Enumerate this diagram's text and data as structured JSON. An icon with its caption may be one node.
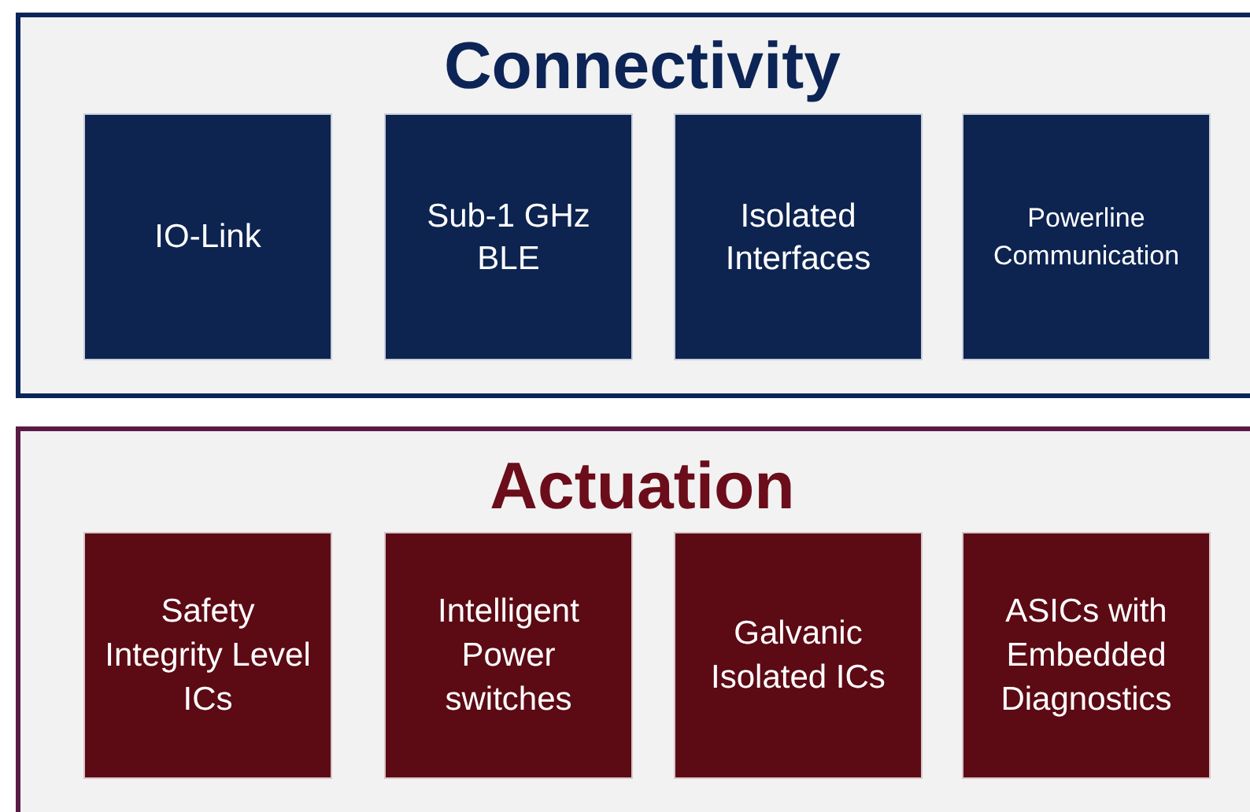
{
  "diagram": {
    "nodes": [
      {
        "text": [
          "Connectivity"
        ]
      },
      {
        "text": [
          "IO-Link"
        ],
        "in": 0
      },
      {
        "text": [
          "Sub-1 GHz BLE"
        ],
        "in": 0
      },
      {
        "text": [
          "Isolated Interfaces"
        ],
        "in": 0
      },
      {
        "text": [
          "Powerline Communication"
        ],
        "in": 0
      },
      {
        "text": [
          "Actuation"
        ]
      },
      {
        "text": [
          "Safety Integrity Level ICs"
        ],
        "in": 5
      },
      {
        "text": [
          "Intelligent Power switches"
        ],
        "in": 5
      },
      {
        "text": [
          "Galvanic Isolated ICs"
        ],
        "in": 5
      },
      {
        "text": [
          "ASICs with Embedded Diagnostics"
        ],
        "in": 5
      }
    ]
  }
}
